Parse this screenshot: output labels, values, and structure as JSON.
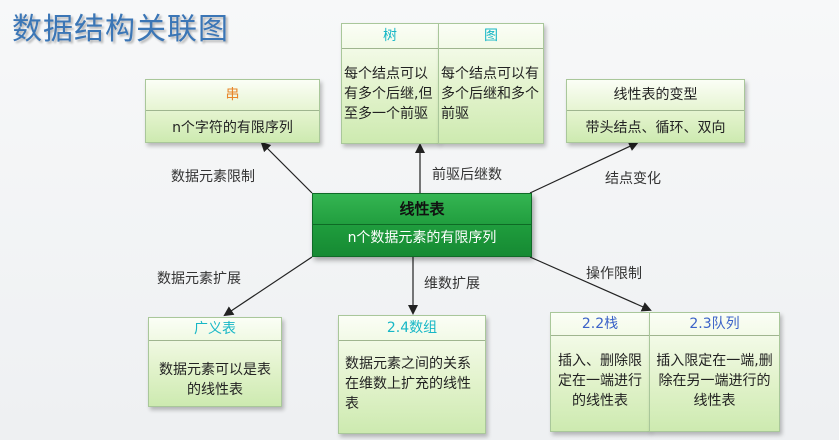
{
  "title": "数据结构关联图",
  "center": {
    "title": "线性表",
    "desc": "n个数据元素的有限序列"
  },
  "nodes": {
    "string": {
      "title": "串",
      "desc": "n个字符的有限序列"
    },
    "tree": {
      "title": "树",
      "desc": "每个结点可以有多个后继,但至多一个前驱"
    },
    "graph": {
      "title": "图",
      "desc": "每个结点可以有多个后继和多个前驱"
    },
    "variant": {
      "title": "线性表的变型",
      "desc": "带头结点、循环、双向"
    },
    "glist": {
      "title": "广义表",
      "desc": "数据元素可以是表的线性表"
    },
    "array": {
      "title": "2.4数组",
      "desc": "数据元素之间的关系在维数上扩充的线性表"
    },
    "stack": {
      "title": "2.2栈",
      "desc": "插入、删除限定在一端进行的线性表"
    },
    "queue": {
      "title": "2.3队列",
      "desc": "插入限定在一端,删除在另一端进行的线性表"
    }
  },
  "edges": {
    "restrict_elements": "数据元素限制",
    "pred_succ": "前驱后继数",
    "node_change": "结点变化",
    "extend_elements": "数据元素扩展",
    "extend_dims": "维数扩展",
    "op_restrict": "操作限制"
  }
}
